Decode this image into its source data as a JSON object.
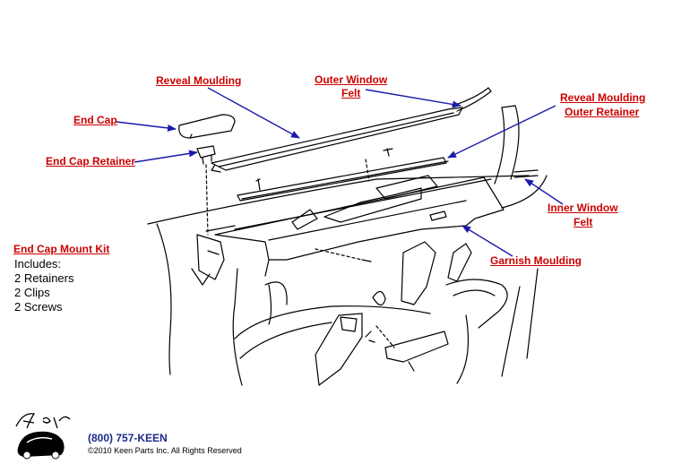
{
  "callouts": {
    "reveal_moulding": "Reveal Moulding",
    "outer_window_felt_1": "Outer Window",
    "outer_window_felt_2": "Felt",
    "reveal_moulding_outer_retainer_1": "Reveal Moulding",
    "reveal_moulding_outer_retainer_2": "Outer Retainer",
    "end_cap": "End Cap",
    "end_cap_retainer": "End Cap Retainer",
    "inner_window_felt_1": "Inner Window",
    "inner_window_felt_2": "Felt",
    "garnish_moulding": "Garnish Moulding"
  },
  "kit": {
    "title": "End Cap Mount Kit",
    "includes": "Includes:",
    "items": [
      "2 Retainers",
      "2 Clips",
      "2 Screws"
    ]
  },
  "footer": {
    "logo_text": "Keen Parts",
    "phone": "(800) 757-KEEN",
    "copyright": "©2010 Keen Parts Inc. All Rights Reserved"
  },
  "colors": {
    "callout_text": "#cc0000",
    "arrow": "#1a1aaa",
    "drawing": "#000000",
    "phone": "#1a2a8a"
  }
}
